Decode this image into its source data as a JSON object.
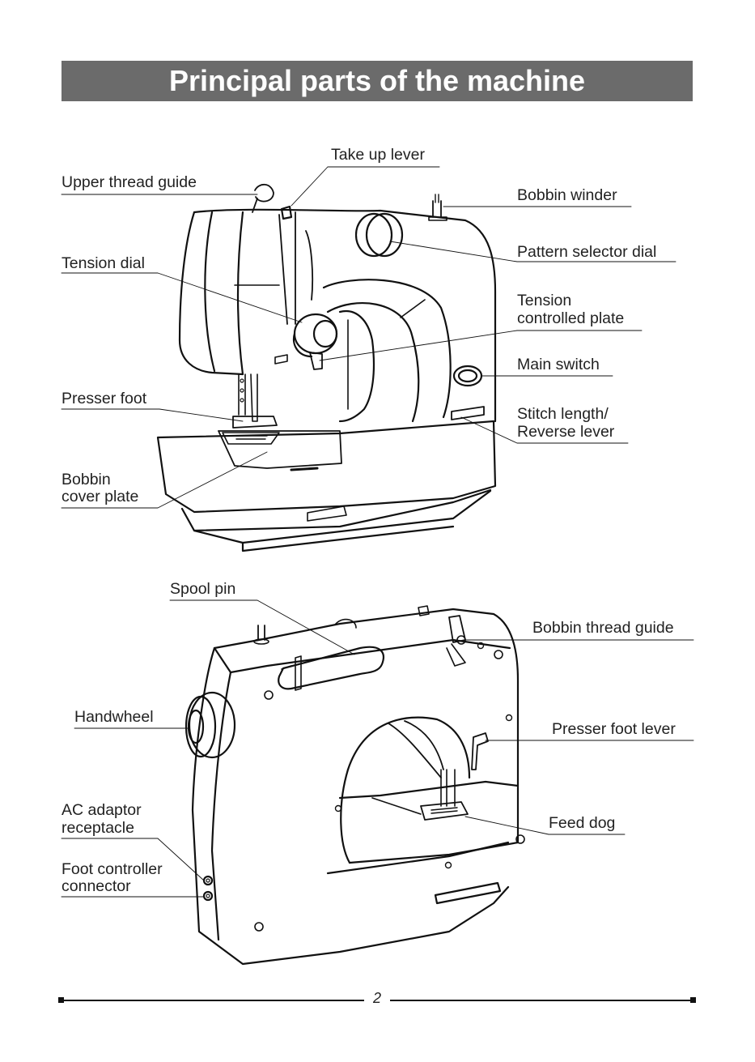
{
  "title": "Principal parts of the machine",
  "page_number": "2",
  "top_labels": {
    "take_up_lever": "Take up lever",
    "upper_thread_guide": "Upper thread guide",
    "bobbin_winder": "Bobbin winder",
    "pattern_selector_dial": "Pattern selector dial",
    "tension_dial": "Tension dial",
    "tension_controlled_plate_1": "Tension",
    "tension_controlled_plate_2": "controlled plate",
    "main_switch": "Main switch",
    "presser_foot": "Presser foot",
    "stitch_length_1": "Stitch length/",
    "stitch_length_2": "Reverse lever",
    "bobbin_cover_1": "Bobbin",
    "bobbin_cover_2": "cover plate"
  },
  "bottom_labels": {
    "spool_pin": "Spool pin",
    "bobbin_thread_guide": "Bobbin thread guide",
    "handwheel": "Handwheel",
    "presser_foot_lever": "Presser foot lever",
    "ac_adaptor_1": "AC adaptor",
    "ac_adaptor_2": "receptacle",
    "feed_dog": "Feed dog",
    "foot_controller_1": "Foot controller",
    "foot_controller_2": "connector"
  }
}
